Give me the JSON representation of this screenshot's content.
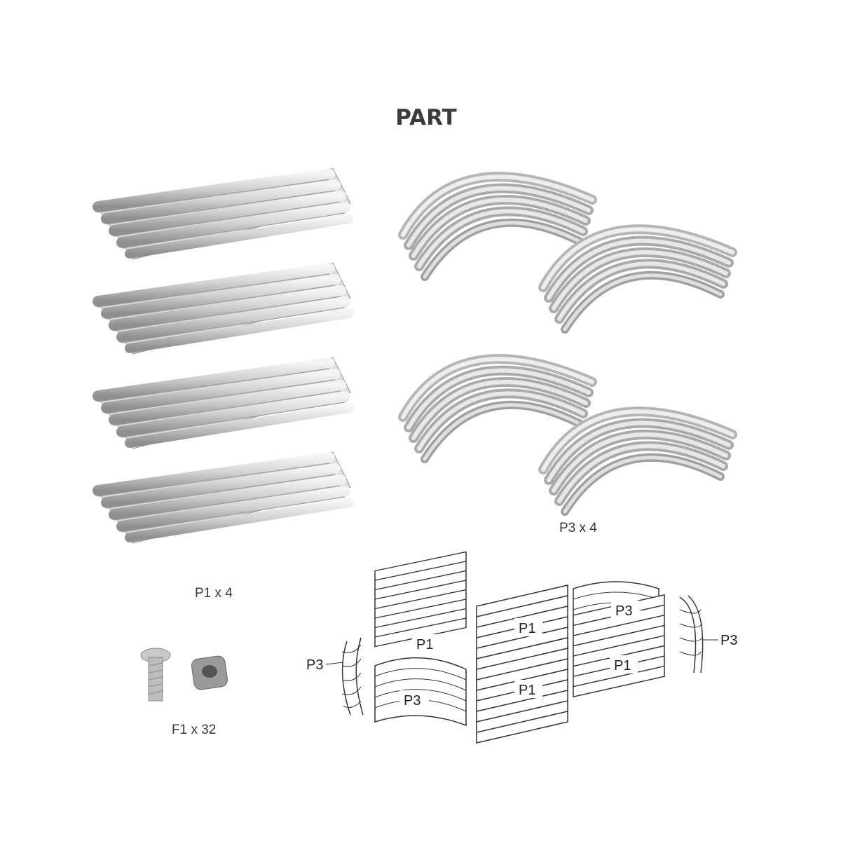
{
  "title": "PART",
  "parts": [
    {
      "id": "p1",
      "label": "P1 x 4"
    },
    {
      "id": "p3",
      "label": "P3 x 4"
    },
    {
      "id": "f1",
      "label": "F1 x 32"
    }
  ],
  "assembly": {
    "labels": [
      "P1",
      "P1",
      "P1",
      "P1",
      "P3",
      "P3",
      "P3",
      "P3"
    ]
  },
  "colors": {
    "metal": "#c8c8c8",
    "metal_dark": "#8a8a8a",
    "text": "#3a3a3a"
  }
}
